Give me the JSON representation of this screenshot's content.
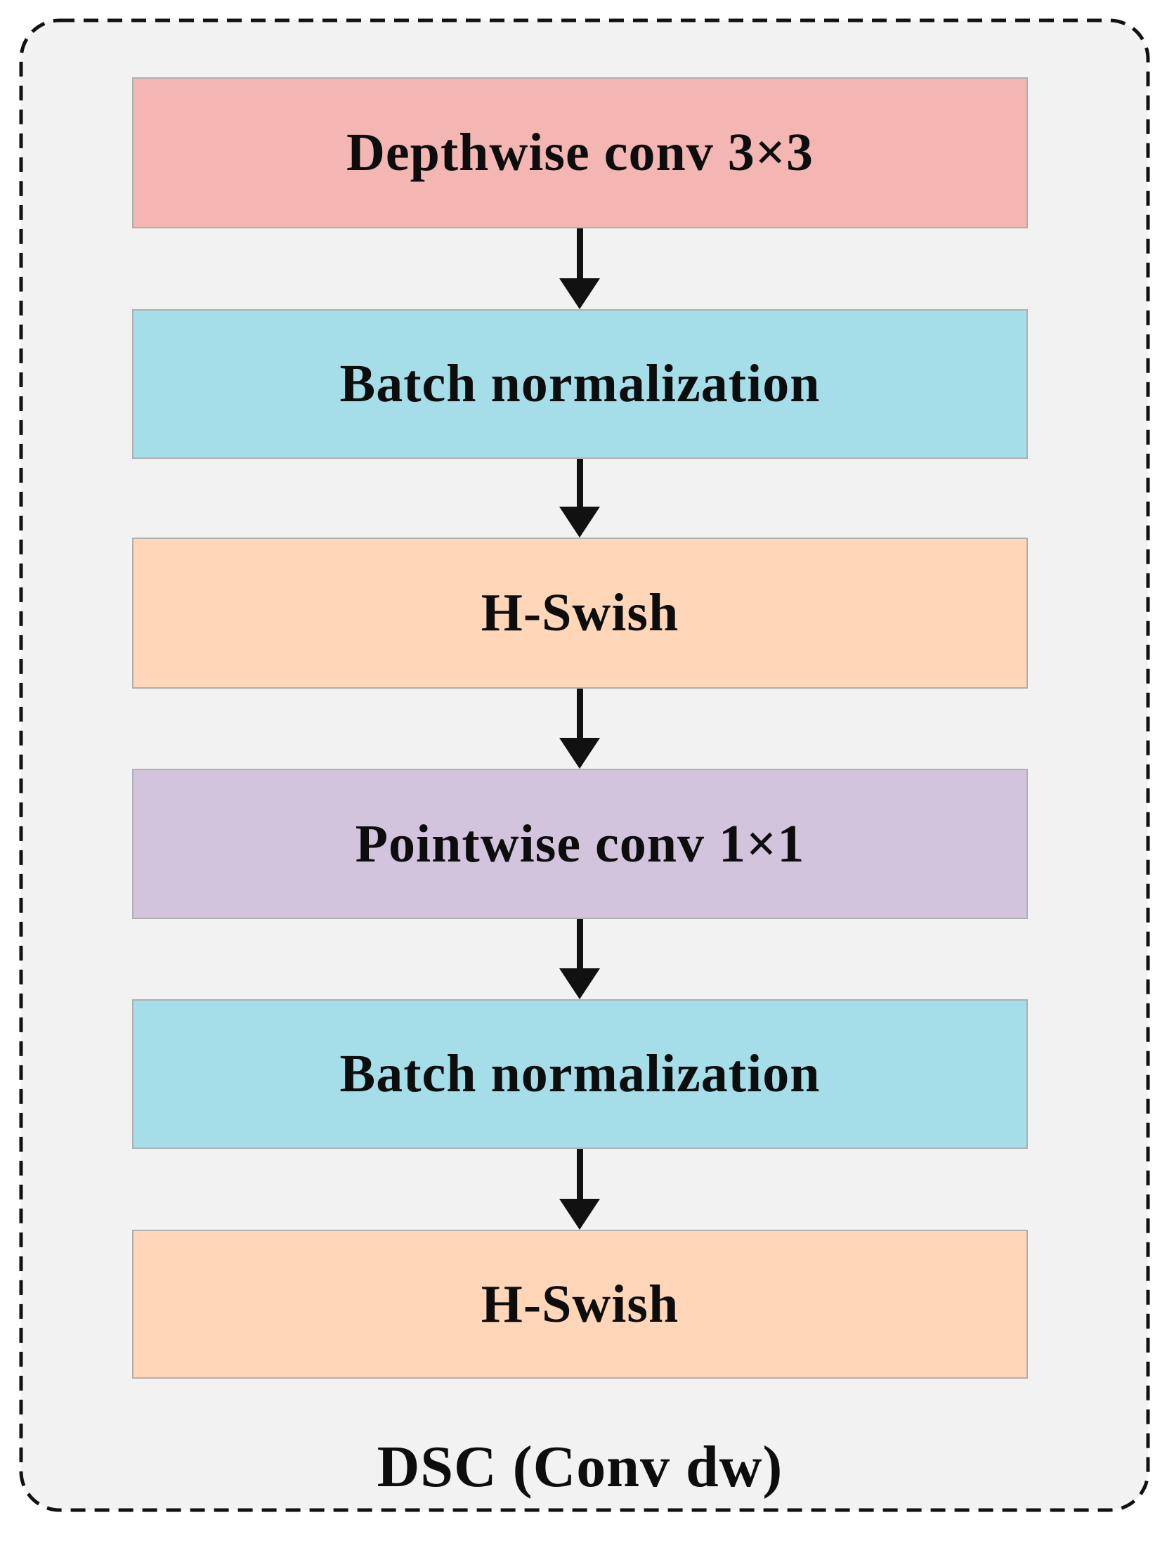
{
  "diagram": {
    "title": "DSC (Conv dw)",
    "boxes": [
      {
        "label": "Depthwise conv 3×3",
        "color": "#f3b6b2"
      },
      {
        "label": "Batch normalization",
        "color": "#a5dde9"
      },
      {
        "label": "H-Swish",
        "color": "#ffd6b8"
      },
      {
        "label": "Pointwise conv 1×1",
        "color": "#d2c4dd"
      },
      {
        "label": "Batch normalization",
        "color": "#a5dde9"
      },
      {
        "label": "H-Swish",
        "color": "#ffd6b8"
      }
    ],
    "colors": {
      "panel_background": "#f2f2f3",
      "dashed_border": "#111111",
      "box_border": "#b0b0b0",
      "arrow": "#111111",
      "text": "#0d0d0d"
    }
  }
}
